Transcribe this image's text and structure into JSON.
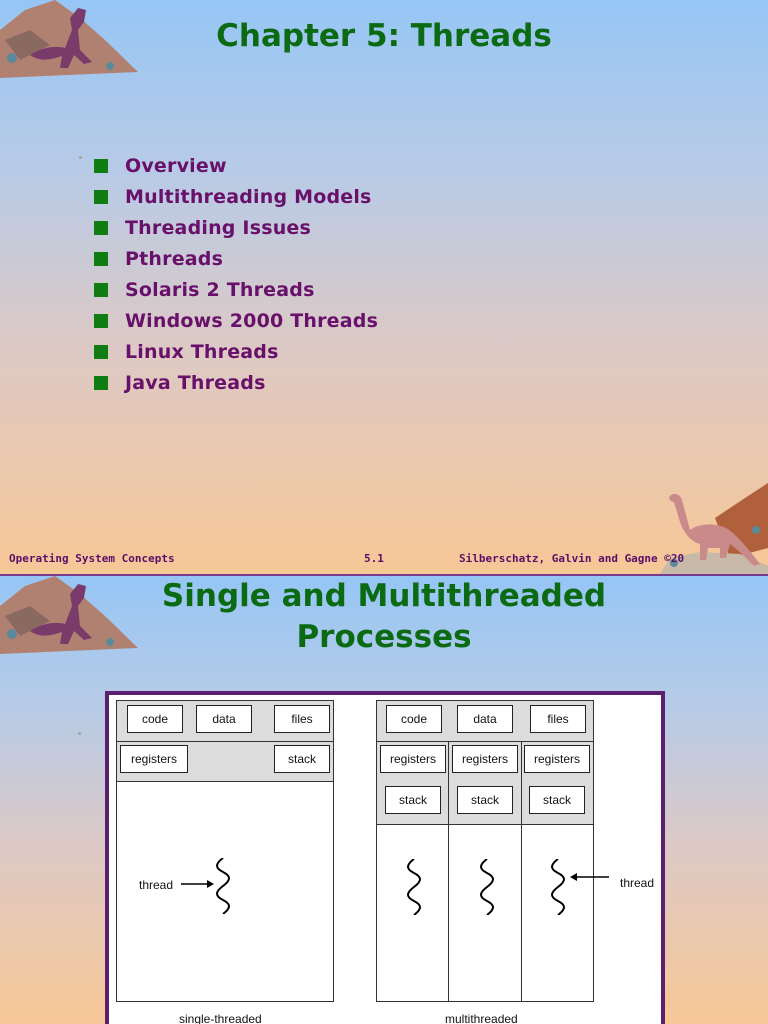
{
  "slide1": {
    "title": "Chapter 5: Threads",
    "bullets": [
      "Overview",
      "Multithreading Models",
      "Threading Issues",
      "Pthreads",
      "Solaris 2 Threads",
      "Windows 2000 Threads",
      "Linux Threads",
      "Java Threads"
    ],
    "footer": {
      "left": "Operating System Concepts",
      "center": "5.1",
      "right": "Silberschatz, Galvin and  Gagne ©20"
    }
  },
  "slide2": {
    "title_line1": "Single and Multithreaded",
    "title_line2": "Processes",
    "figure": {
      "code": "code",
      "data": "data",
      "files": "files",
      "registers": "registers",
      "stack": "stack",
      "thread": "thread",
      "single_caption": "single-threaded",
      "multi_caption": "multithreaded"
    }
  },
  "colors": {
    "title": "#0b6a12",
    "bullet_text": "#68106a",
    "bullet_square": "#0f7d12",
    "footer": "#5a0f6a",
    "frame": "#5a1f6e"
  },
  "icons": [
    "dinosaur-rock-icon",
    "dinosaur-icon",
    "squiggle-thread-icon",
    "arrow-icon"
  ]
}
